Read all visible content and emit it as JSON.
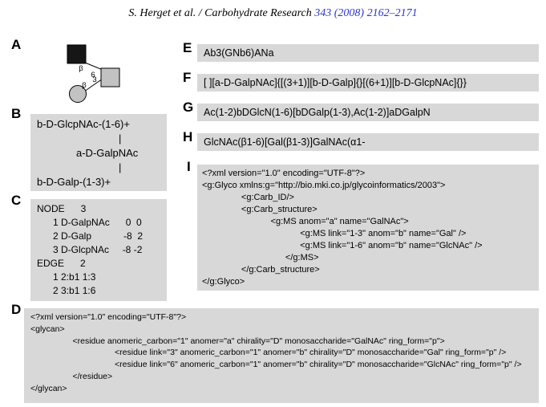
{
  "header": {
    "citation_plain": "S. Herget et al. / Carbohydrate Research ",
    "citation_link": "343 (2008) 2162–2171"
  },
  "colors": {
    "box_bg": "#d8d8d8",
    "link_blue": "#2b35c8",
    "symbol_gray": "#c2c2c2",
    "symbol_black": "#161616"
  },
  "panels": {
    "A": {
      "label": "A",
      "diagram": {
        "upper_anomer": "β",
        "upper_position": "6",
        "lower_anomer": "β",
        "lower_position": "3"
      }
    },
    "B": {
      "label": "B",
      "lines": [
        "b-D-GlcpNAc-(1-6)+",
        "|",
        "a-D-GalpNAc",
        "|",
        "b-D-Galp-(1-3)+"
      ]
    },
    "C": {
      "label": "C",
      "lines": [
        "NODE      3",
        "      1 D-GalpNAc      0  0",
        "      2 D-Galp            -8  2",
        "      3 D-GlcpNAc     -8 -2",
        "EDGE      2",
        "      1 2:b1 1:3",
        "      2 3:b1 1:6"
      ]
    },
    "D": {
      "label": "D",
      "lines": [
        "<?xml version=\"1.0\" encoding=\"UTF-8\"?>",
        "<glycan>",
        "                  <residue anomeric_carbon=\"1\" anomer=\"a\" chirality=\"D\" monosaccharide=\"GalNAc\" ring_form=\"p\">",
        "                                    <residue link=\"3\" anomeric_carbon=\"1\" anomer=\"b\" chirality=\"D\" monosaccharide=\"Gal\" ring_form=\"p\" />",
        "                                    <residue link=\"6\" anomeric_carbon=\"1\" anomer=\"b\" chirality=\"D\" monosaccharide=\"GlcNAc\" ring_form=\"p\" />",
        "                  </residue>",
        "</glycan>"
      ]
    },
    "E": {
      "label": "E",
      "text": "Ab3(GNb6)ANa"
    },
    "F": {
      "label": "F",
      "text": "[ ][a-D-GalpNAc]{[(3+1)][b-D-Galp]{}[(6+1)][b-D-GlcpNAc]{}}"
    },
    "G": {
      "label": "G",
      "text": "Ac(1-2)bDGlcN(1-6)[bDGalp(1-3),Ac(1-2)]aDGalpN"
    },
    "H": {
      "label": "H",
      "text": "GlcNAc(β1-6)[Gal(β1-3)]GalNAc(α1-"
    },
    "I": {
      "label": "I",
      "lines": [
        "<?xml version=\"1.0\" encoding=\"UTF-8\"?>",
        "<g:Glyco xmlns:g=\"http://bio.mki.co.jp/glycoinformatics/2003\">",
        "                <g:Carb_ID/>",
        "                <g:Carb_structure>",
        "                            <g:MS anom=\"a\" name=\"GalNAc\">",
        "                                        <g:MS link=\"1-3\" anom=\"b\" name=\"Gal\" />",
        "                                        <g:MS link=\"1-6\" anom=\"b\" name=\"GlcNAc\" />",
        "                                  </g:MS>",
        "                </g:Carb_structure>",
        "</g:Glyco>"
      ]
    }
  }
}
